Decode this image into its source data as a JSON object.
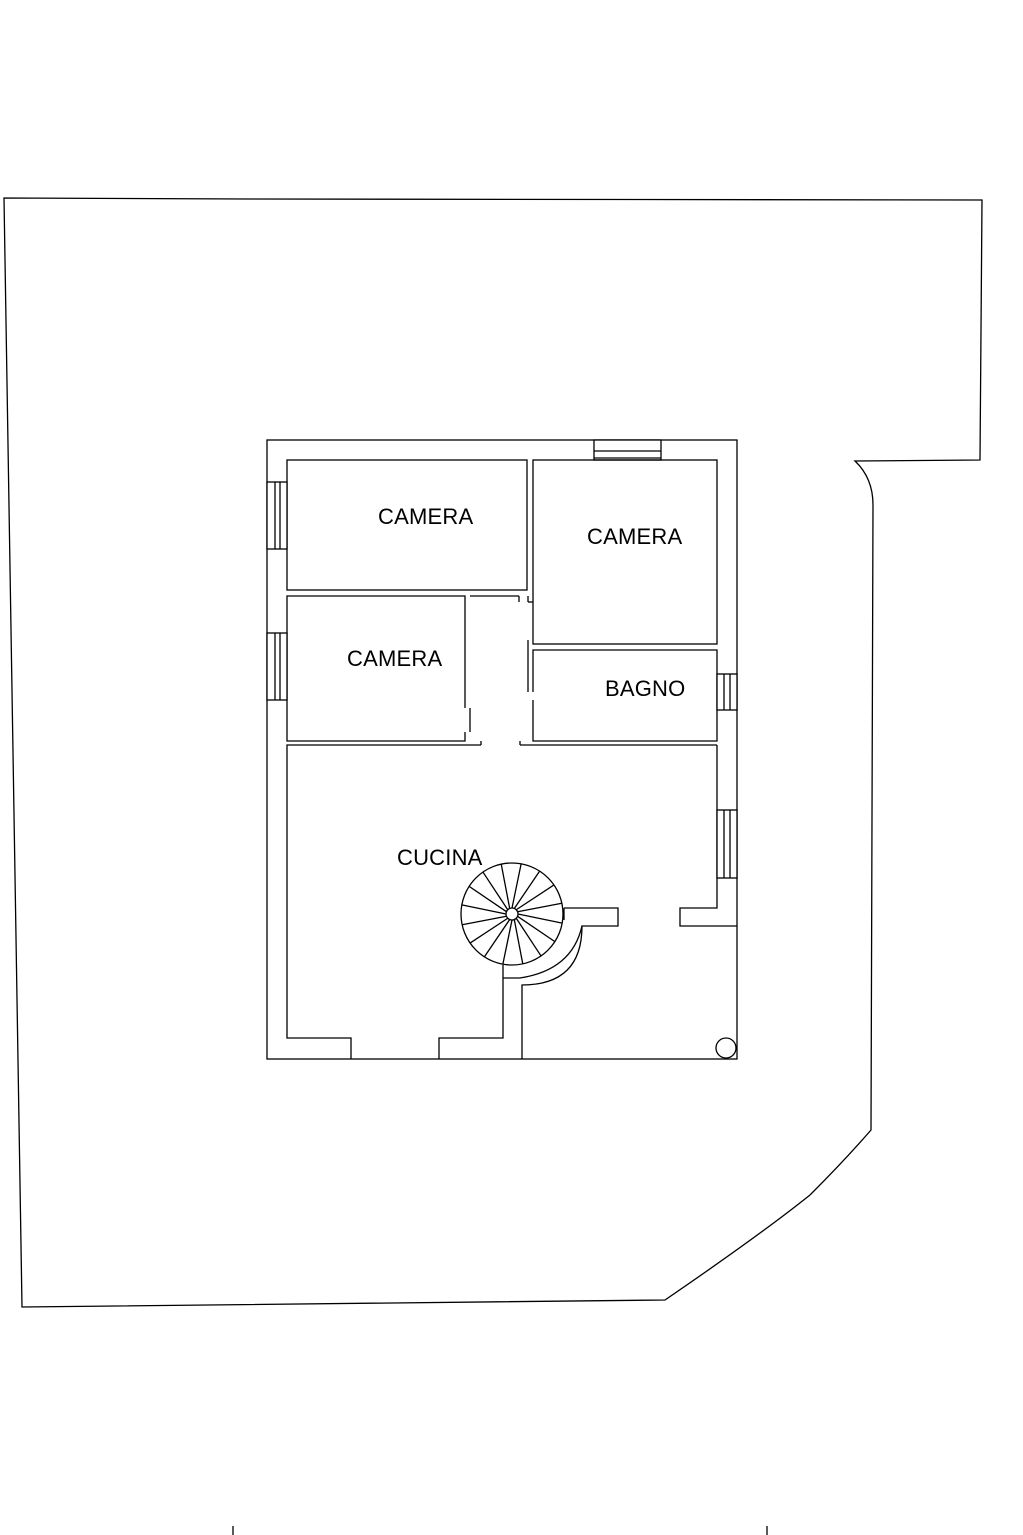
{
  "rooms": {
    "camera_top_left": "CAMERA",
    "camera_top_right": "CAMERA",
    "camera_middle_left": "CAMERA",
    "bagno": "BAGNO",
    "cucina": "CUCINA"
  },
  "colors": {
    "line": "#000000",
    "background": "#ffffff"
  }
}
